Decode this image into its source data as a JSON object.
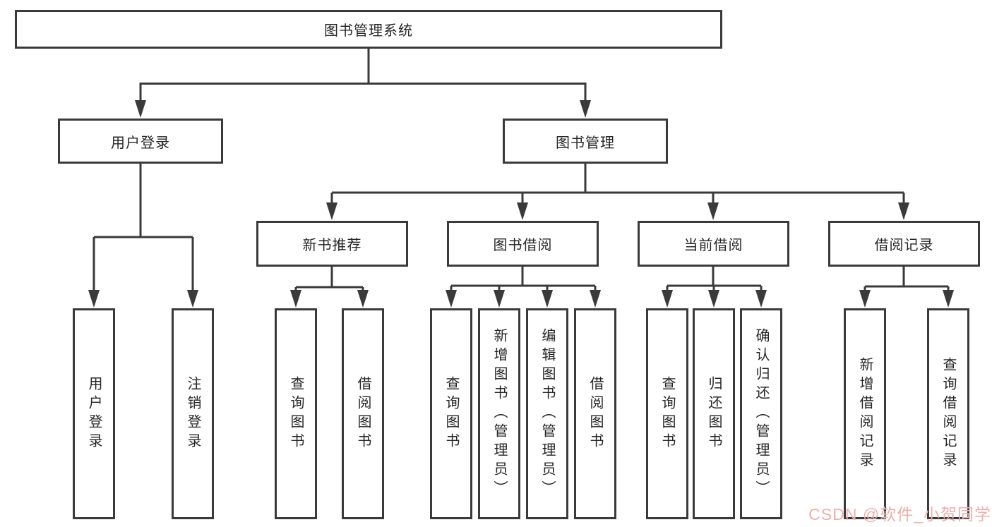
{
  "diagram": {
    "title": "图书管理系统",
    "root": {
      "label": "图书管理系统"
    },
    "level2": [
      {
        "label": "用户登录"
      },
      {
        "label": "图书管理"
      }
    ],
    "level3": [
      {
        "label": "新书推荐"
      },
      {
        "label": "图书借阅"
      },
      {
        "label": "当前借阅"
      },
      {
        "label": "借阅记录"
      }
    ],
    "leaves": {
      "user_login": [
        "用户登录",
        "注销登录"
      ],
      "new_book": [
        "查询图书",
        "借阅图书"
      ],
      "book_borrow": [
        "查询图书",
        "新增图书（管理员）",
        "编辑图书（管理员）",
        "借阅图书"
      ],
      "current_borrow": [
        "查询图书",
        "归还图书",
        "确认归还（管理员）"
      ],
      "borrow_record": [
        "新增借阅记录",
        "查询借阅记录"
      ]
    }
  },
  "watermark": {
    "text": "CSDN @软件_小贺同学",
    "color": "#edafa9"
  },
  "colors": {
    "line": "#3a3a3a",
    "box_border": "#3a3a3a",
    "text": "#262626",
    "background": "#ffffff"
  }
}
